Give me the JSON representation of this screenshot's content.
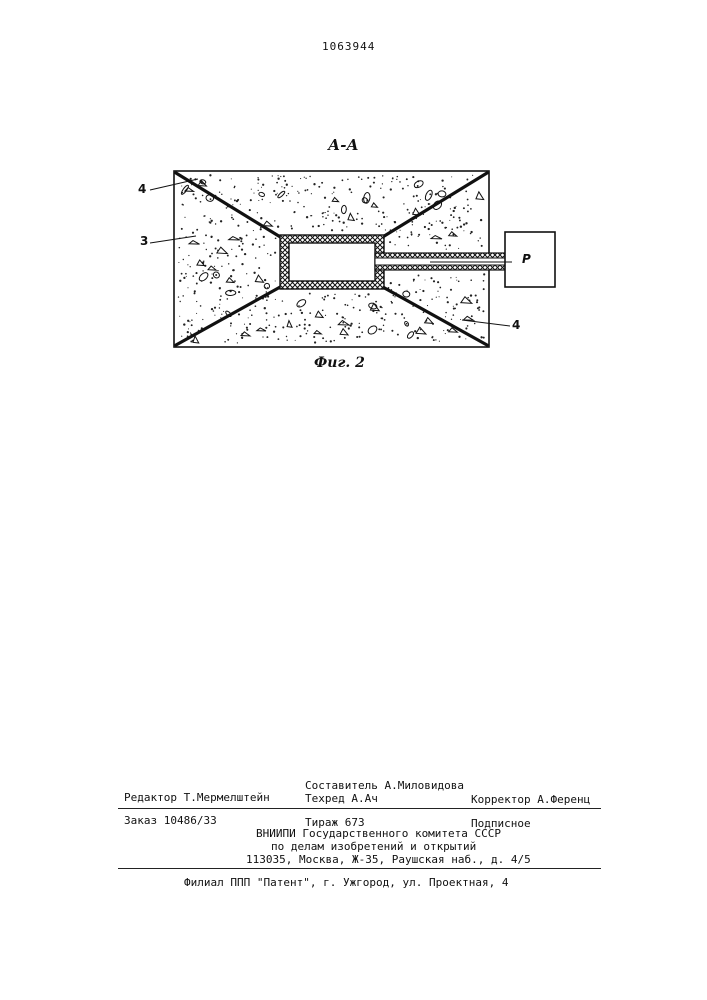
{
  "header": {
    "patent_number": "1063944"
  },
  "figure": {
    "section_label": "А-А",
    "caption": "Фиг. 2",
    "callouts": {
      "wedge_top": "4",
      "fill": "3",
      "wedge_bottom": "4",
      "pressure_source": "P"
    }
  },
  "colophon": {
    "compiler": "Составитель А.Миловидова",
    "editor": "Редактор Т.Мермелштейн",
    "tech_editor": "Техред А.Ач",
    "corrector": "Корректор А.Ференц",
    "order": "Заказ 10486/33",
    "circulation": "Тираж 673",
    "subscription": "Подписное",
    "org_line1": "ВНИИПИ Государственного комитета СССР",
    "org_line2": "по делам изобретений и открытий",
    "address": "113035, Москва, Ж-35, Раушская наб., д. 4/5",
    "branch": "Филиал ППП \"Патент\", г. Ужгород, ул. Проектная, 4"
  }
}
